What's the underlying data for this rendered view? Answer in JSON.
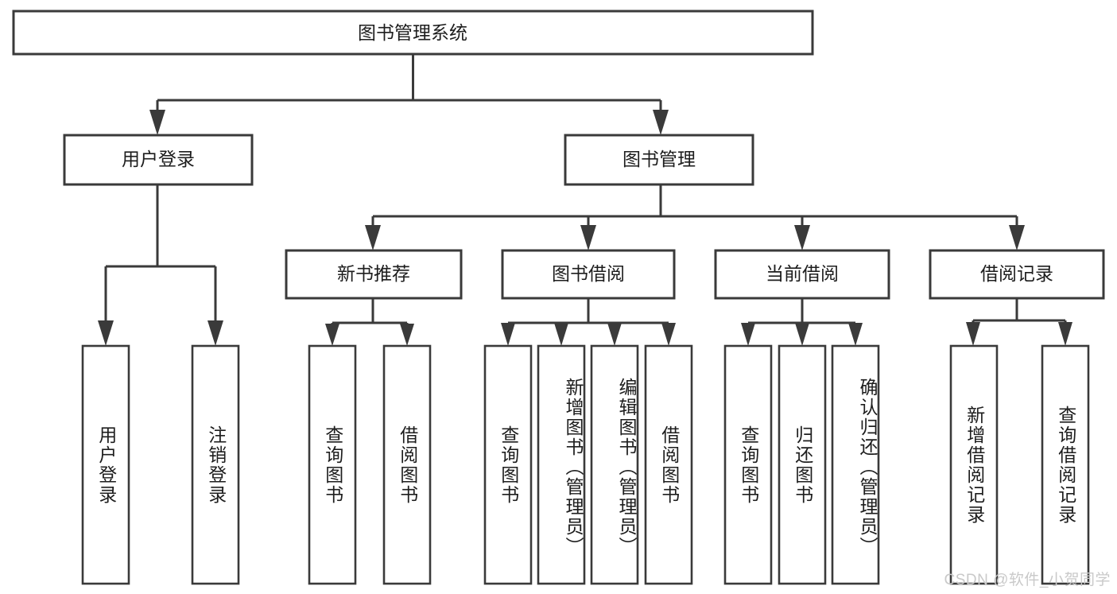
{
  "diagram": {
    "type": "tree-hierarchy",
    "title": "图书管理系统",
    "orientation": "top-down",
    "watermark": "CSDN @软件_小贺同学",
    "palette": {
      "background": "#ffffff",
      "stroke": "#3a3a3a",
      "node_fill": "#ffffff",
      "text": "#1d1d1d",
      "watermark": "#c9c9c9"
    },
    "levels": {
      "root": {
        "label": "图书管理系统"
      },
      "level2": [
        {
          "id": "user-login",
          "label": "用户登录"
        },
        {
          "id": "book-manage",
          "label": "图书管理"
        }
      ],
      "level3": [
        {
          "id": "new-book-rec",
          "label": "新书推荐"
        },
        {
          "id": "book-borrow",
          "label": "图书借阅"
        },
        {
          "id": "current-borrow",
          "label": "当前借阅"
        },
        {
          "id": "borrow-record",
          "label": "借阅记录"
        }
      ],
      "leaves": {
        "user-login": [
          {
            "id": "leaf-user-login",
            "label": "用户登录"
          },
          {
            "id": "leaf-user-logout",
            "label": "注销登录"
          }
        ],
        "new-book-rec": [
          {
            "id": "leaf-query-book-1",
            "label": "查询图书"
          },
          {
            "id": "leaf-borrow-book-1",
            "label": "借阅图书"
          }
        ],
        "book-borrow": [
          {
            "id": "leaf-query-book-2",
            "label": "查询图书"
          },
          {
            "id": "leaf-add-book",
            "label": "新增图书（管理员）"
          },
          {
            "id": "leaf-edit-book",
            "label": "编辑图书（管理员）"
          },
          {
            "id": "leaf-borrow-book-2",
            "label": "借阅图书"
          }
        ],
        "current-borrow": [
          {
            "id": "leaf-query-book-3",
            "label": "查询图书"
          },
          {
            "id": "leaf-return-book",
            "label": "归还图书"
          },
          {
            "id": "leaf-confirm-return",
            "label": "确认归还（管理员）"
          }
        ],
        "borrow-record": [
          {
            "id": "leaf-add-record",
            "label": "新增借阅记录"
          },
          {
            "id": "leaf-query-record",
            "label": "查询借阅记录"
          }
        ]
      }
    }
  }
}
